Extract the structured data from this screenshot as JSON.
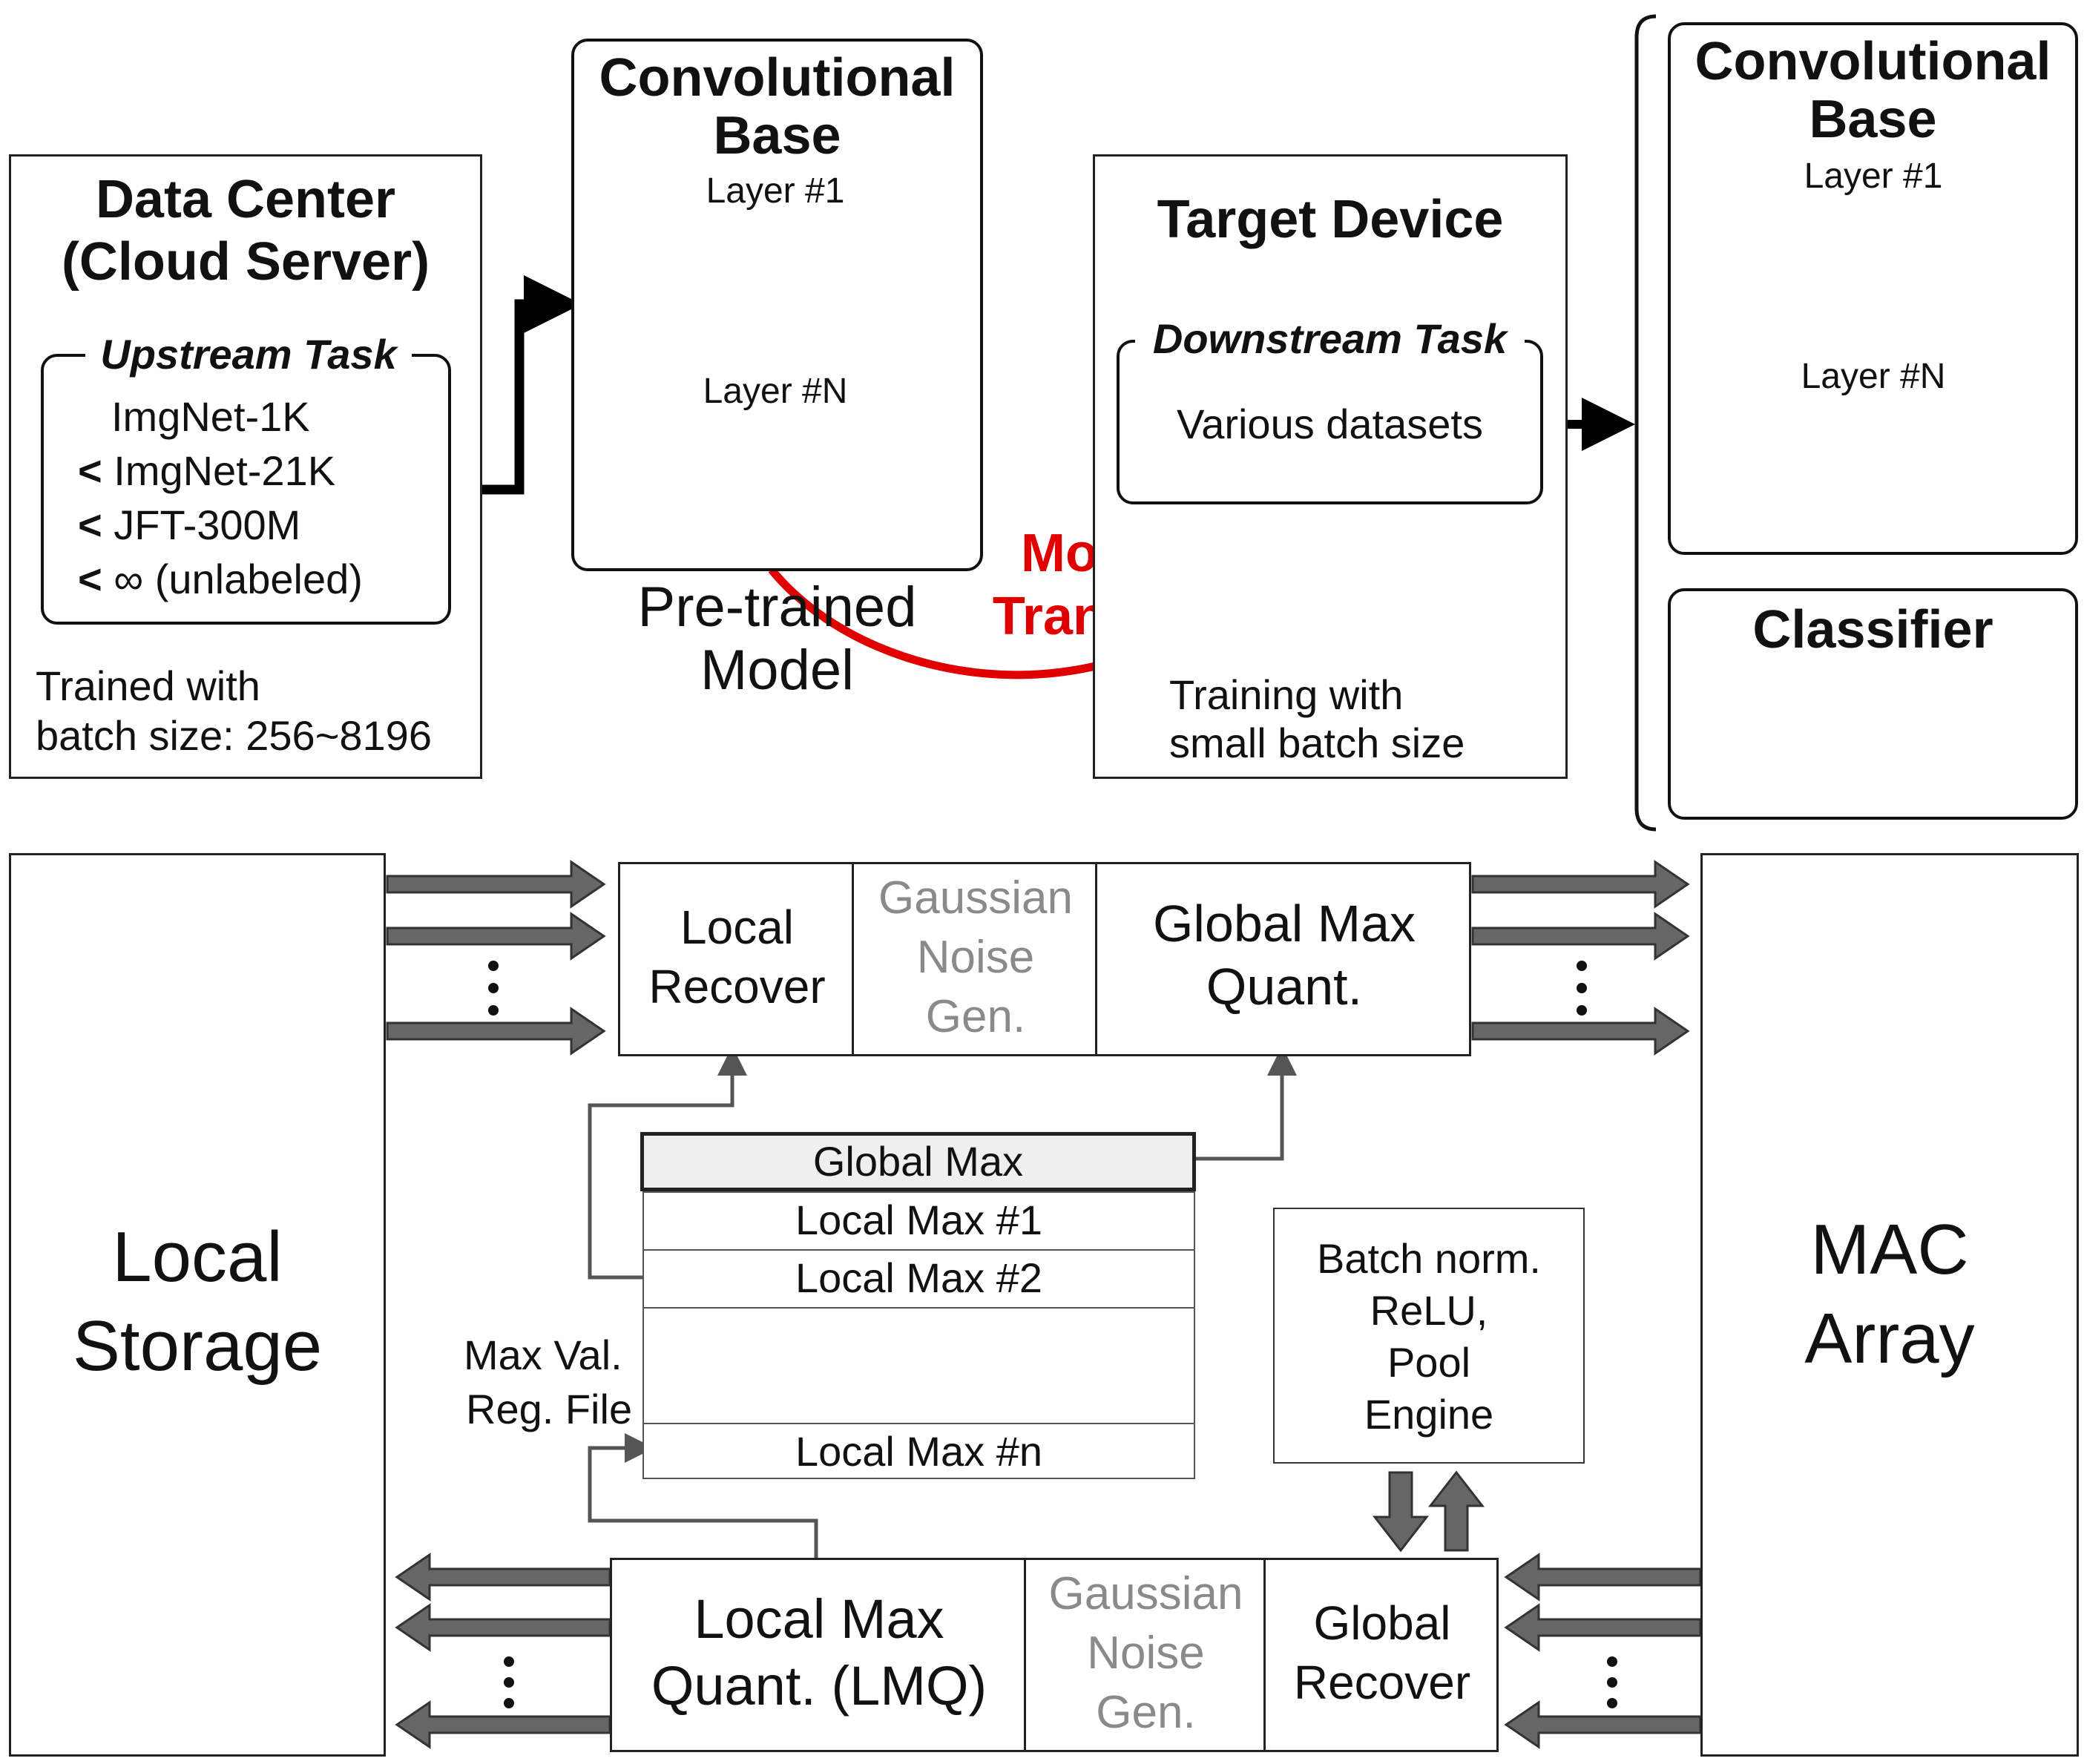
{
  "top": {
    "data_center": {
      "title_line1": "Data Center",
      "title_line2": "(Cloud Server)",
      "upstream_title": "Upstream Task",
      "datasets": [
        {
          "prefix": "",
          "name": "ImgNet-1K"
        },
        {
          "prefix": "<",
          "name": "ImgNet-21K"
        },
        {
          "prefix": "<",
          "name": "JFT-300M"
        },
        {
          "prefix": "<",
          "name": "∞ (unlabeled)"
        }
      ],
      "trained_line1": "Trained with",
      "trained_line2": "batch size: 256~8196"
    },
    "pretrained": {
      "title_line1": "Convolutional",
      "title_line2": "Base",
      "layer1": "Layer #1",
      "layerN": "Layer #N",
      "caption_line1": "Pre-trained",
      "caption_line2": "Model"
    },
    "transfer": {
      "line1": "Model",
      "line2": "Transfer"
    },
    "target": {
      "title": "Target Device",
      "downstream_title": "Downstream Task",
      "datasets": "Various datasets",
      "training_line1": "Training with",
      "training_line2": "small batch size"
    },
    "result": {
      "title_line1": "Convolutional",
      "title_line2": "Base",
      "layer1": "Layer #1",
      "layerN": "Layer #N",
      "classifier": "Classifier"
    }
  },
  "bottom": {
    "local_storage_line1": "Local",
    "local_storage_line2": "Storage",
    "mac_line1": "MAC",
    "mac_line2": "Array",
    "top_pipeline": {
      "local_recover_line1": "Local",
      "local_recover_line2": "Recover",
      "gaussian_line1": "Gaussian",
      "gaussian_line2": "Noise",
      "gaussian_line3": "Gen.",
      "global_max_quant_line1": "Global Max",
      "global_max_quant_line2": "Quant."
    },
    "reg_file": {
      "label_line1": "Max Val.",
      "label_line2": "Reg. File",
      "global_max": "Global Max",
      "local_max_1": "Local Max #1",
      "local_max_2": "Local Max #2",
      "local_max_n": "Local Max #n"
    },
    "engine": {
      "line1": "Batch norm.",
      "line2": "ReLU,",
      "line3": "Pool",
      "line4": "Engine"
    },
    "bottom_pipeline": {
      "lmq_line1": "Local Max",
      "lmq_line2": "Quant. (LMQ)",
      "gaussian_line1": "Gaussian",
      "gaussian_line2": "Noise",
      "gaussian_line3": "Gen.",
      "global_recover_line1": "Global",
      "global_recover_line2": "Recover"
    }
  },
  "colors": {
    "grid_light": "#dde9f6",
    "grid_dark": "#9dc3e6",
    "grid_line": "#2e4f77",
    "arrow_grey": "#666666",
    "transfer_red": "#e00000",
    "global_max_fill": "#efefef",
    "classifier_node_red": "#e00000"
  }
}
